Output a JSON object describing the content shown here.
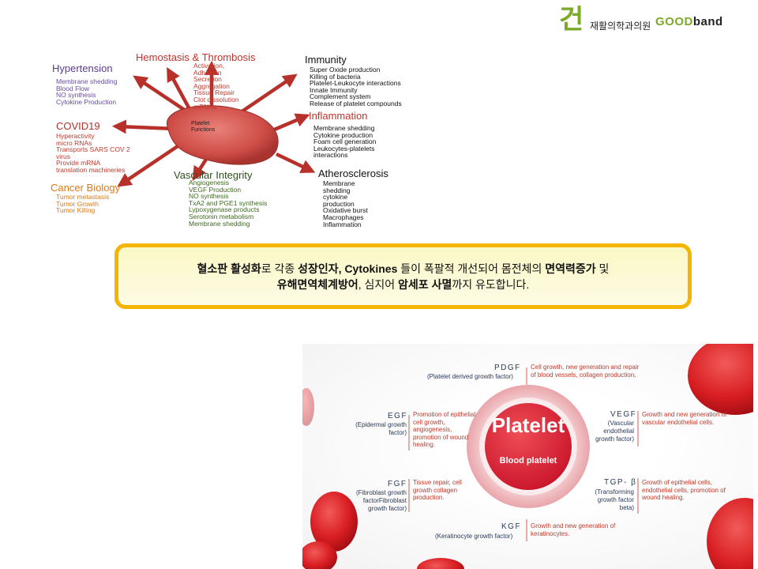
{
  "logo": {
    "mark": "건",
    "clinic": "재활의학과의원",
    "brand_part1": "GOOD",
    "brand_part2": "band"
  },
  "diagram": {
    "center": "Platelet\nFunctions",
    "hypertension": {
      "title": "Hypertension",
      "items": [
        "Membrane shedding",
        "Blood Flow",
        "NO synthesis",
        "Cytokine Production"
      ]
    },
    "hemostasis": {
      "title": "Hemostasis  & Thrombosis",
      "items": [
        "Activation,",
        "Adhesion",
        "Secretion",
        "Aggregation",
        "Tissue Repair",
        "Clot dissolution",
        "mRNAs"
      ]
    },
    "immunity": {
      "title": "Immunity",
      "items": [
        "Super Oxide production",
        "Killing of bacteria",
        "Platelet-Leukocyte interactions",
        "Innate Immunity",
        "Complement system",
        "Release of platelet compounds"
      ]
    },
    "covid": {
      "title": "COVID19",
      "items": [
        "Hyperactivity",
        "micro RNAs",
        "Transports SARS COV 2",
        "virus",
        "Provide mRNA",
        "translation machineries"
      ]
    },
    "inflammation": {
      "title": "Inflammation",
      "items": [
        "Membrane shedding",
        "Cytokine production",
        "Foam cell generation",
        "Leukocytes-platelets",
        "interactions"
      ]
    },
    "cancer": {
      "title": "Cancer Biology",
      "items": [
        "Tumor metastasis",
        "Tumor Growth",
        "Tumor Killing"
      ]
    },
    "vascular": {
      "title": "Vascular Integrity",
      "items": [
        "Angiogenesis",
        "VEGF Production",
        "NO synthesis",
        "TxA2 and PGE1 synthesis",
        "Lypoxygenase products",
        "Serotonin metabolism",
        "Membrane shedding"
      ]
    },
    "atherosclerosis": {
      "title": "Atherosclerosis",
      "items": [
        "Membrane",
        "shedding",
        "cytokine",
        "production",
        "Oxidative burst",
        "Macrophages",
        "Inflammation"
      ]
    }
  },
  "callout": {
    "line1": [
      {
        "t": "혈소판 활성화",
        "b": true
      },
      {
        "t": "로 각종 ",
        "b": false
      },
      {
        "t": "성장인자, Cytokines",
        "b": true
      },
      {
        "t": " 들이 폭팔적 개선되어 몸전체의 ",
        "b": false
      },
      {
        "t": "면역력증가",
        "b": true
      },
      {
        "t": " 및",
        "b": false
      }
    ],
    "line2": [
      {
        "t": "유해면역체계방어",
        "b": true
      },
      {
        "t": ", 심지어 ",
        "b": false
      },
      {
        "t": "암세포 사멸",
        "b": true
      },
      {
        "t": "까지 유도합니다.",
        "b": false
      }
    ]
  },
  "growth_factors": {
    "center_title": "Platelet",
    "center_sub": "Blood platelet",
    "pdgf": {
      "name": "PDGF",
      "sub": "(Platelet derived growth factor)",
      "desc": [
        "Cell growth, new generation and repair",
        "of blood vessels, collagen production."
      ]
    },
    "egf": {
      "name": "EGF",
      "sub": [
        "(Epidermal growth",
        "factor)"
      ],
      "desc": [
        "Promotion of epithelial",
        "cell growth,",
        "angiogenesis,",
        "promotion of wound",
        "healing."
      ]
    },
    "vegf": {
      "name": "VEGF",
      "sub": [
        "(Vascular",
        "endothelial",
        "growth factor)"
      ],
      "desc": [
        "Growth and new generation of",
        "vascular endothelial cells."
      ]
    },
    "fgf": {
      "name": "FGF",
      "sub": [
        "(Fibroblast growth",
        "factorFibroblast",
        "growth factor)"
      ],
      "desc": [
        "Tissue repair, cell",
        "growth collagen",
        "production."
      ]
    },
    "tgfb": {
      "name": "TGP- β",
      "sub": [
        "(Transforming",
        "growth factor",
        "beta)"
      ],
      "desc": [
        "Growth of epithelial cells,",
        "endothelial cells, promotion of",
        "wound healing."
      ]
    },
    "kgf": {
      "name": "KGF",
      "sub": "(Keratinocyte growth factor)",
      "desc": [
        "Growth and new generation of",
        "keratinocytes."
      ]
    }
  },
  "colors": {
    "accent_red": "#c0342b",
    "callout_border": "#f4b400",
    "logo_green": "#7cab2a"
  }
}
